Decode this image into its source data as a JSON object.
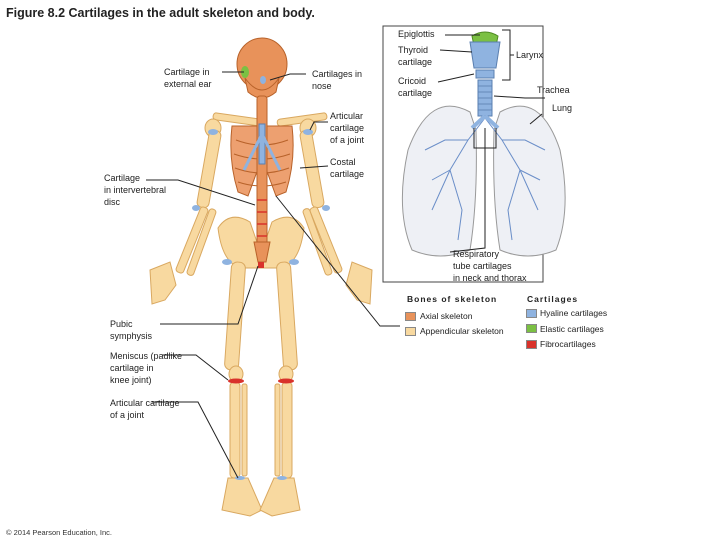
{
  "title": "Figure 8.2 Cartilages in the adult skeleton and body.",
  "labels": {
    "epiglottis": "Epiglottis",
    "thyroid": "Thyroid\ncartilage",
    "larynx": "Larynx",
    "cricoid": "Cricoid\ncartilage",
    "trachea": "Trachea",
    "lung": "Lung",
    "ext_ear": "Cartilage in\nexternal ear",
    "nose": "Cartilages in\nnose",
    "articular_top": "Articular\ncartilage\nof a joint",
    "costal": "Costal\ncartilage",
    "intervertebral": "Cartilage\nin intervertebral\ndisc",
    "respiratory": "Respiratory\ntube cartilages\nin neck and thorax",
    "pubic": "Pubic\nsymphysis",
    "meniscus": "Meniscus (padlike\ncartilage in\nknee joint)",
    "articular_bottom": "Articular cartilage\nof a joint"
  },
  "legend": {
    "bones_heading": "Bones of skeleton",
    "axial": "Axial skeleton",
    "appendicular": "Appendicular skeleton",
    "cart_heading": "Cartilages",
    "hyaline": "Hyaline cartilages",
    "elastic": "Elastic cartilages",
    "fibro": "Fibrocartilages"
  },
  "colors": {
    "axial": "#e8925a",
    "appendicular": "#f8d9a0",
    "hyaline": "#8fb3e0",
    "elastic": "#7bc043",
    "fibro": "#d9322b"
  },
  "copyright": "© 2014 Pearson Education, Inc."
}
